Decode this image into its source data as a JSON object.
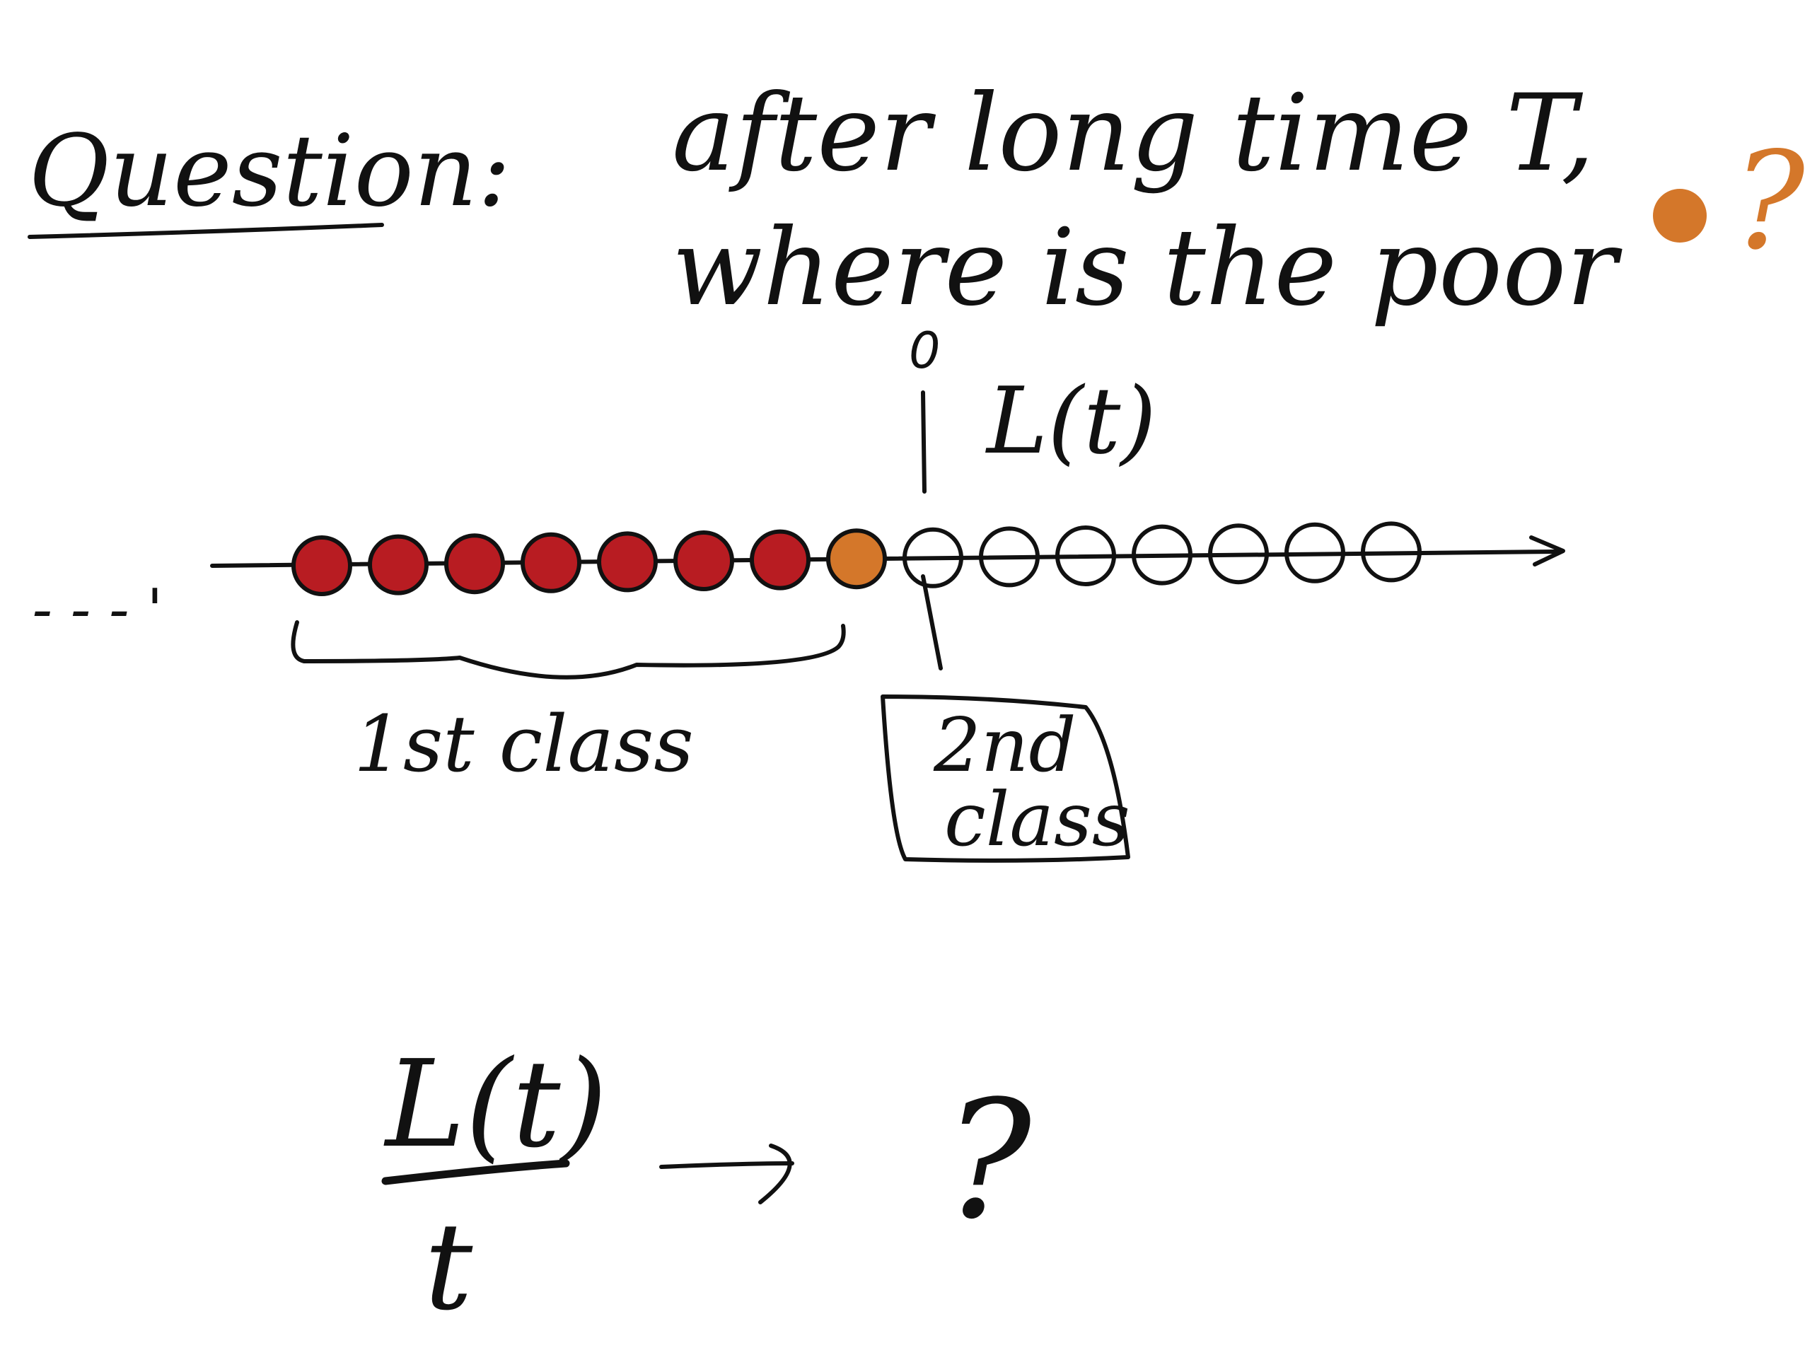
{
  "question": {
    "label": "Question:",
    "line1": "after long time T,",
    "line2": "where is the poor",
    "mark": "?"
  },
  "axis": {
    "origin_label": "0",
    "position_label": "L(t)",
    "left_dots": "- - - '"
  },
  "classes": {
    "first": "1st class",
    "second_line1": "2nd",
    "second_line2": "class"
  },
  "fraction": {
    "numerator": "L(t)",
    "denominator": "t",
    "result": "?"
  },
  "particles": {
    "first_class_count": 7,
    "tagged_count": 1,
    "empty_count": 7
  },
  "colors": {
    "ink": "#111111",
    "first_class": "#b81c22",
    "tagged": "#d4772a"
  }
}
